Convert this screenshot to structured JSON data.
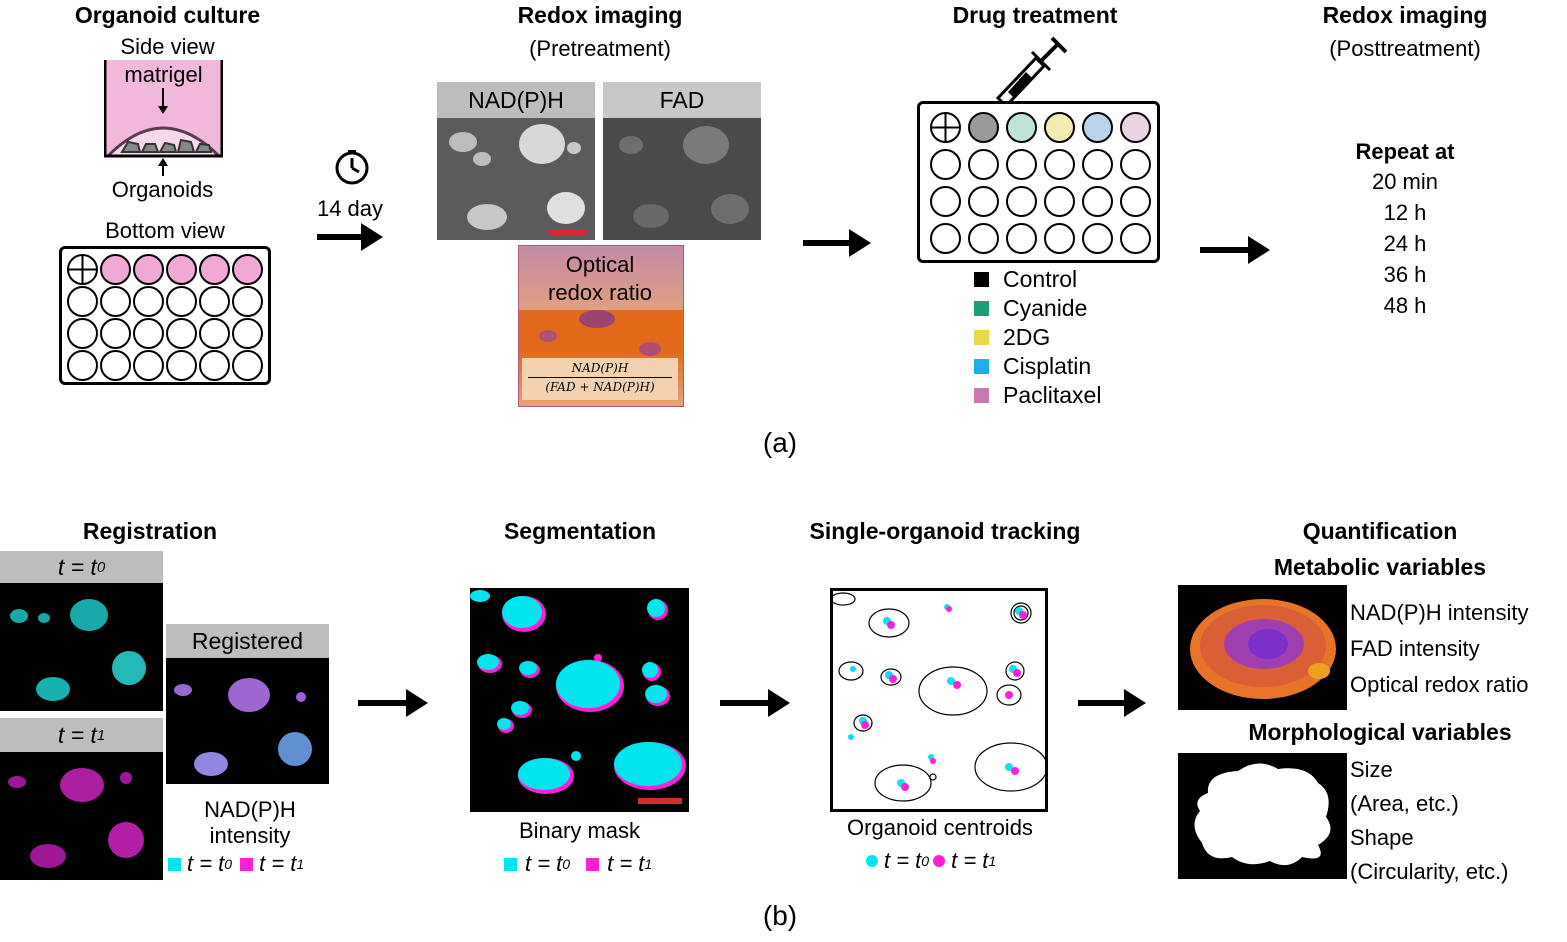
{
  "panel_a": {
    "caption": "(a)",
    "culture": {
      "title": "Organoid culture",
      "side_view": "Side view",
      "matrigel": "matrigel",
      "organoids": "Organoids",
      "bottom_view": "Bottom view"
    },
    "timer": {
      "label": "14 day"
    },
    "redox_pre": {
      "title": "Redox imaging",
      "subtitle": "(Pretreatment)",
      "nadph": "NAD(P)H",
      "fad": "FAD",
      "ratio_label_1": "Optical",
      "ratio_label_2": "redox ratio",
      "formula_num": "NAD(P)H",
      "formula_den": "(FAD + NAD(P)H)"
    },
    "drug": {
      "title": "Drug treatment",
      "legend": [
        {
          "label": "Control",
          "color": "#000000"
        },
        {
          "label": "Cyanide",
          "color": "#1a9e77"
        },
        {
          "label": "2DG",
          "color": "#e8d84a"
        },
        {
          "label": "Cisplatin",
          "color": "#1ab0e8"
        },
        {
          "label": "Paclitaxel",
          "color": "#c978b0"
        }
      ],
      "well_colors": [
        "#9a9a9a",
        "#bfe3d4",
        "#f3ecb0",
        "#b7d4ec",
        "#ecd3e2"
      ]
    },
    "redox_post": {
      "title": "Redox imaging",
      "subtitle": "(Posttreatment)",
      "repeat": "Repeat at",
      "times": [
        "20 min",
        "12 h",
        "24 h",
        "36 h",
        "48 h"
      ]
    }
  },
  "panel_b": {
    "caption": "(b)",
    "registration": {
      "title": "Registration",
      "t0_label": "t = t",
      "t0_sub": "0",
      "t1_label": "t = t",
      "t1_sub": "1",
      "registered": "Registered",
      "intensity_1": "NAD(P)H",
      "intensity_2": "intensity",
      "legend_t0": "t = t",
      "legend_t0_sub": "0",
      "legend_t1": "t = t",
      "legend_t1_sub": "1"
    },
    "segmentation": {
      "title": "Segmentation",
      "caption": "Binary mask",
      "legend_t0": "t = t",
      "legend_t0_sub": "0",
      "legend_t1": "t = t",
      "legend_t1_sub": "1"
    },
    "tracking": {
      "title": "Single-organoid tracking",
      "caption": "Organoid centroids",
      "legend_t0": "t = t",
      "legend_t0_sub": "0",
      "legend_t1": "t = t",
      "legend_t1_sub": "1"
    },
    "quant": {
      "title": "Quantification",
      "metabolic": "Metabolic variables",
      "metabolic_items": [
        "NAD(P)H intensity",
        "FAD intensity",
        "Optical redox ratio"
      ],
      "morphological": "Morphological variables",
      "morph_items": [
        "Size",
        "(Area, etc.)",
        "Shape",
        "(Circularity, etc.)"
      ]
    }
  },
  "colors": {
    "cyan": "#00e5ee",
    "magenta": "#ff1fd8",
    "pink_well": "#f0a8d4",
    "scale_bar": "#d42a2a"
  }
}
